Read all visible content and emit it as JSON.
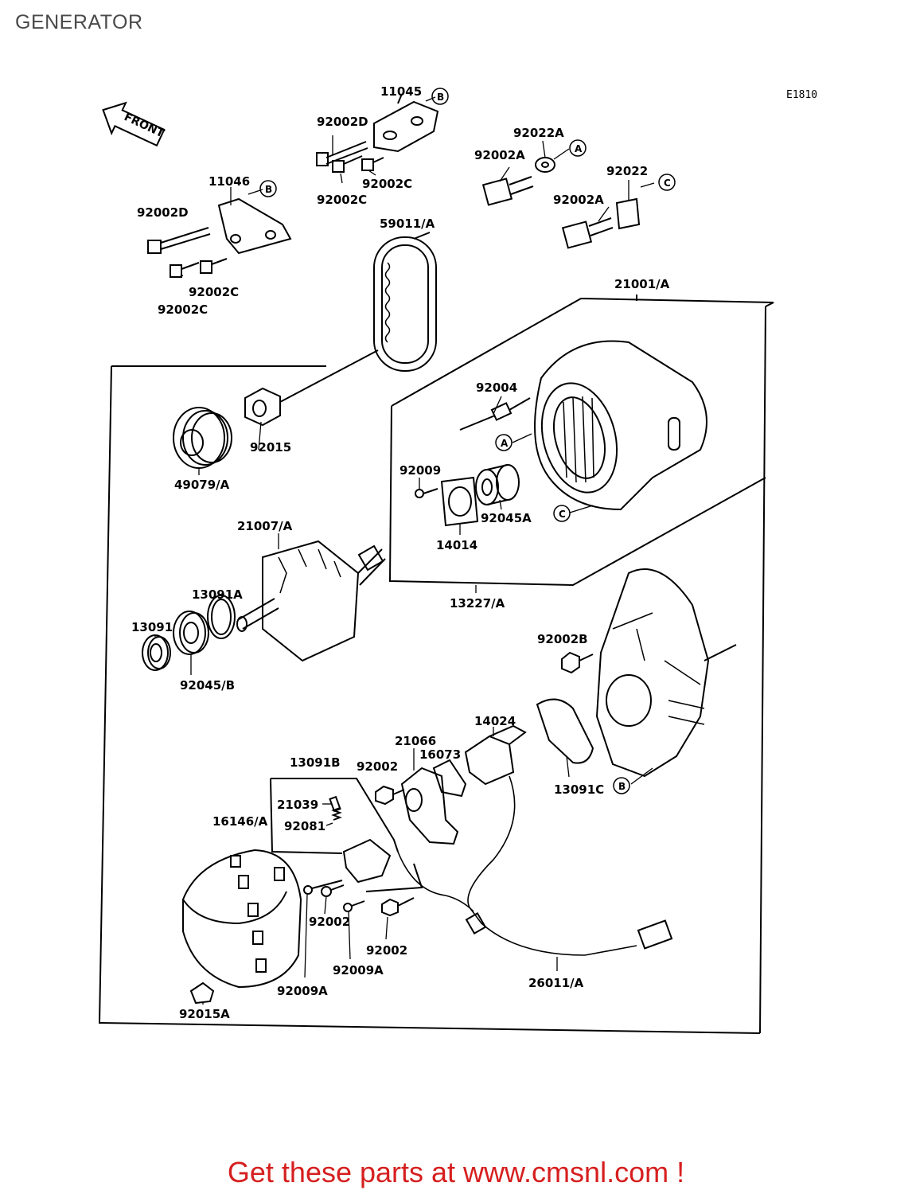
{
  "page": {
    "title": "GENERATOR",
    "diagram_ref": "E1810",
    "cta": "Get these parts at www.cmsnl.com !"
  },
  "front_arrow": "FRONT",
  "labels": {
    "p11045": "11045",
    "p92002D_a": "92002D",
    "p92002C_a": "92002C",
    "p92002C_b": "92002C",
    "p92022A": "92022A",
    "p92002A_a": "92002A",
    "p92022": "92022",
    "p92002A_b": "92002A",
    "p11046": "11046",
    "p92002D_b": "92002D",
    "p92002C_c": "92002C",
    "p92002C_d": "92002C",
    "p59011": "59011/A",
    "p21001": "21001/A",
    "p92004": "92004",
    "p92015": "92015",
    "p49079": "49079/A",
    "p92009": "92009",
    "p92045A": "92045A",
    "p14014": "14014",
    "p21007": "21007/A",
    "p13091A": "13091A",
    "p13227": "13227/A",
    "p13091": "13091",
    "p92045B": "92045/B",
    "p92002B": "92002B",
    "p14024": "14024",
    "p21066": "21066",
    "p16073": "16073",
    "p13091B": "13091B",
    "p92002_a": "92002",
    "p13091C": "13091C",
    "p21039": "21039",
    "p92081": "92081",
    "p16146": "16146/A",
    "p92002_b": "92002",
    "p92002_c": "92002",
    "p92009A_a": "92009A",
    "p92009A_b": "92009A",
    "p26011": "26011/A",
    "p92015A": "92015A"
  },
  "markers": {
    "A": "A",
    "B": "B",
    "C": "C"
  }
}
